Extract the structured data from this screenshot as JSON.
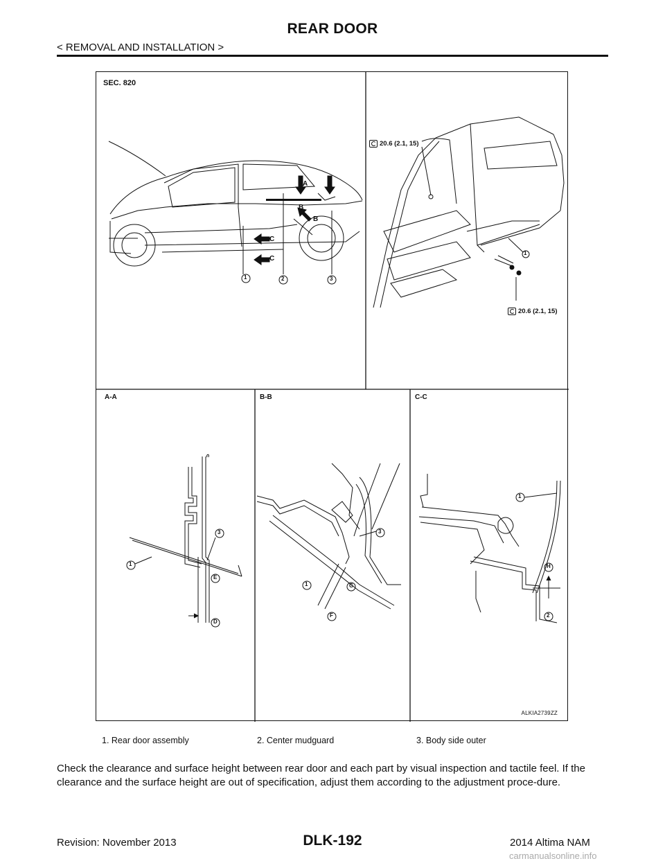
{
  "header": {
    "title": "REAR DOOR",
    "breadcrumb": "< REMOVAL AND INSTALLATION >"
  },
  "figure": {
    "section_label": "SEC. 820",
    "torque_top": "20.6 (2.1, 15)",
    "torque_bottom": "20.6 (2.1, 15)",
    "view_aa": "A-A",
    "view_bb": "B-B",
    "view_cc": "C-C",
    "figure_id": "ALKIA2739ZZ",
    "callouts": {
      "a": "A",
      "b": "B",
      "c": "C",
      "d": "D",
      "e": "E",
      "f": "F",
      "g": "G",
      "h": "H",
      "n1": "1",
      "n2": "2",
      "n3": "3"
    }
  },
  "legend": {
    "item1": "1.    Rear door assembly",
    "item2": "2.    Center mudguard",
    "item3": "3.    Body side outer"
  },
  "body": {
    "paragraph": "Check the clearance and surface height between rear door and each part by visual inspection and tactile feel. If the clearance and the surface height are out of specification, adjust them according to the adjustment proce-dure."
  },
  "footer": {
    "revision": "Revision: November 2013",
    "page_number": "DLK-192",
    "model": "2014 Altima NAM",
    "watermark": "carmanualsonline.info"
  }
}
